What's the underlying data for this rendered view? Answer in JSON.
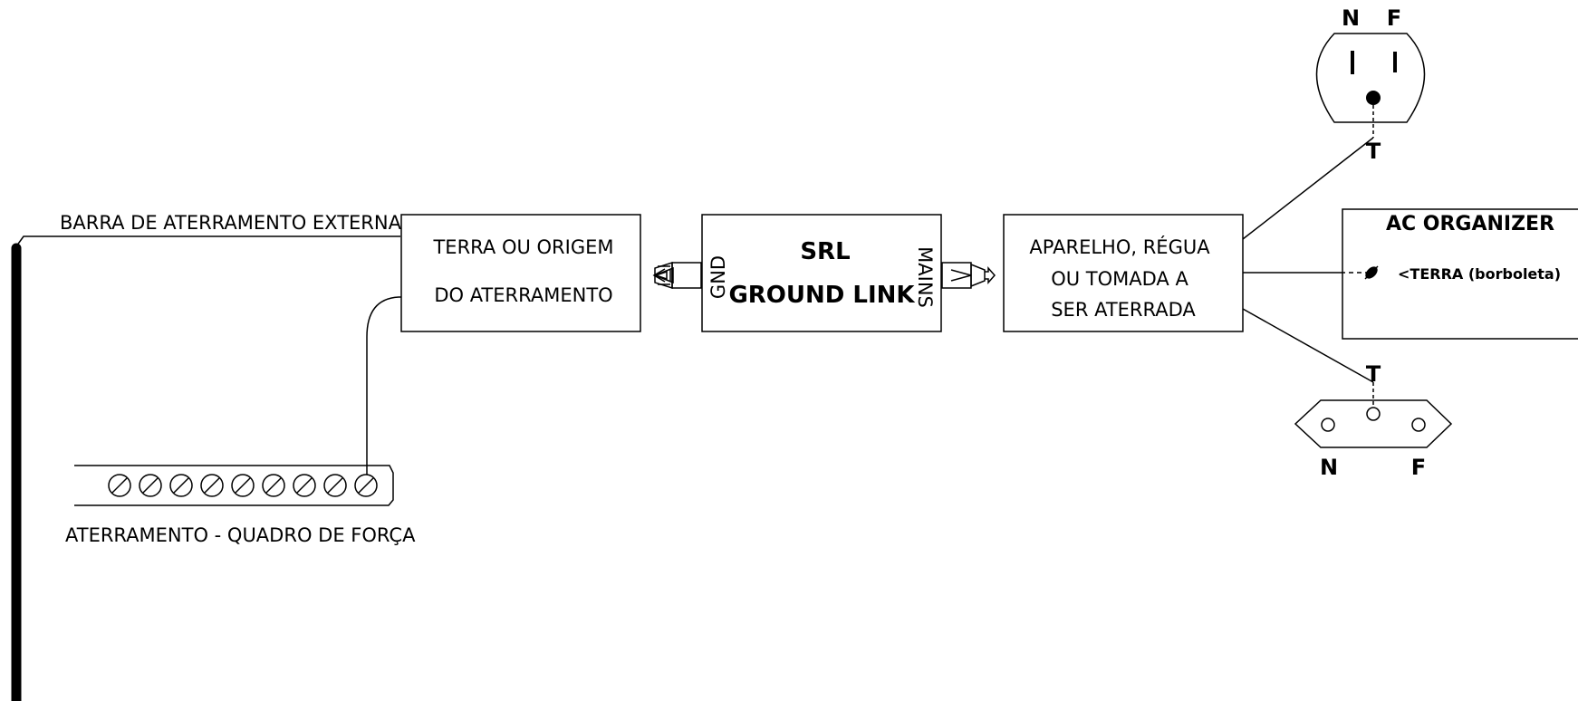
{
  "labels": {
    "external_bar": "BARRA DE ATERRAMENTO EXTERNA",
    "panel_ground": "ATERRAMENTO - QUADRO DE FORÇA"
  },
  "origin_box": {
    "line1": "TERRA OU ORIGEM",
    "line2": "DO ATERRAMENTO"
  },
  "srl_box": {
    "title1": "SRL",
    "title2": "GROUND LINK",
    "left_port": "GND",
    "right_port": "MAINS"
  },
  "device_box": {
    "line1": "APARELHO, RÉGUA",
    "line2": "OU TOMADA A",
    "line3": "SER ATERRADA"
  },
  "ac_organizer": {
    "title": "AC ORGANIZER",
    "terminal": "<TERRA (borboleta)"
  },
  "outlet_top": {
    "n": "N",
    "f": "F",
    "t": "T"
  },
  "outlet_bottom": {
    "n": "N",
    "f": "F",
    "t": "T"
  },
  "terminal_count": 9
}
